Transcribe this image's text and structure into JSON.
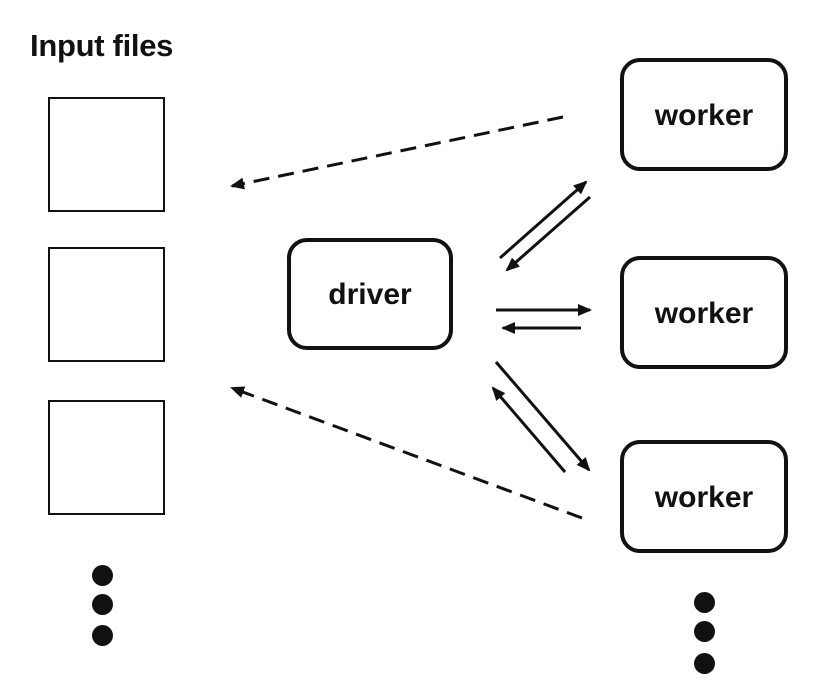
{
  "title": "Input files",
  "driver_label": "driver",
  "workers": [
    "worker",
    "worker",
    "worker"
  ],
  "colors": {
    "stroke": "#111111",
    "background": "#ffffff"
  },
  "icons": {
    "ellipsis": "vertical-dots-icon"
  }
}
